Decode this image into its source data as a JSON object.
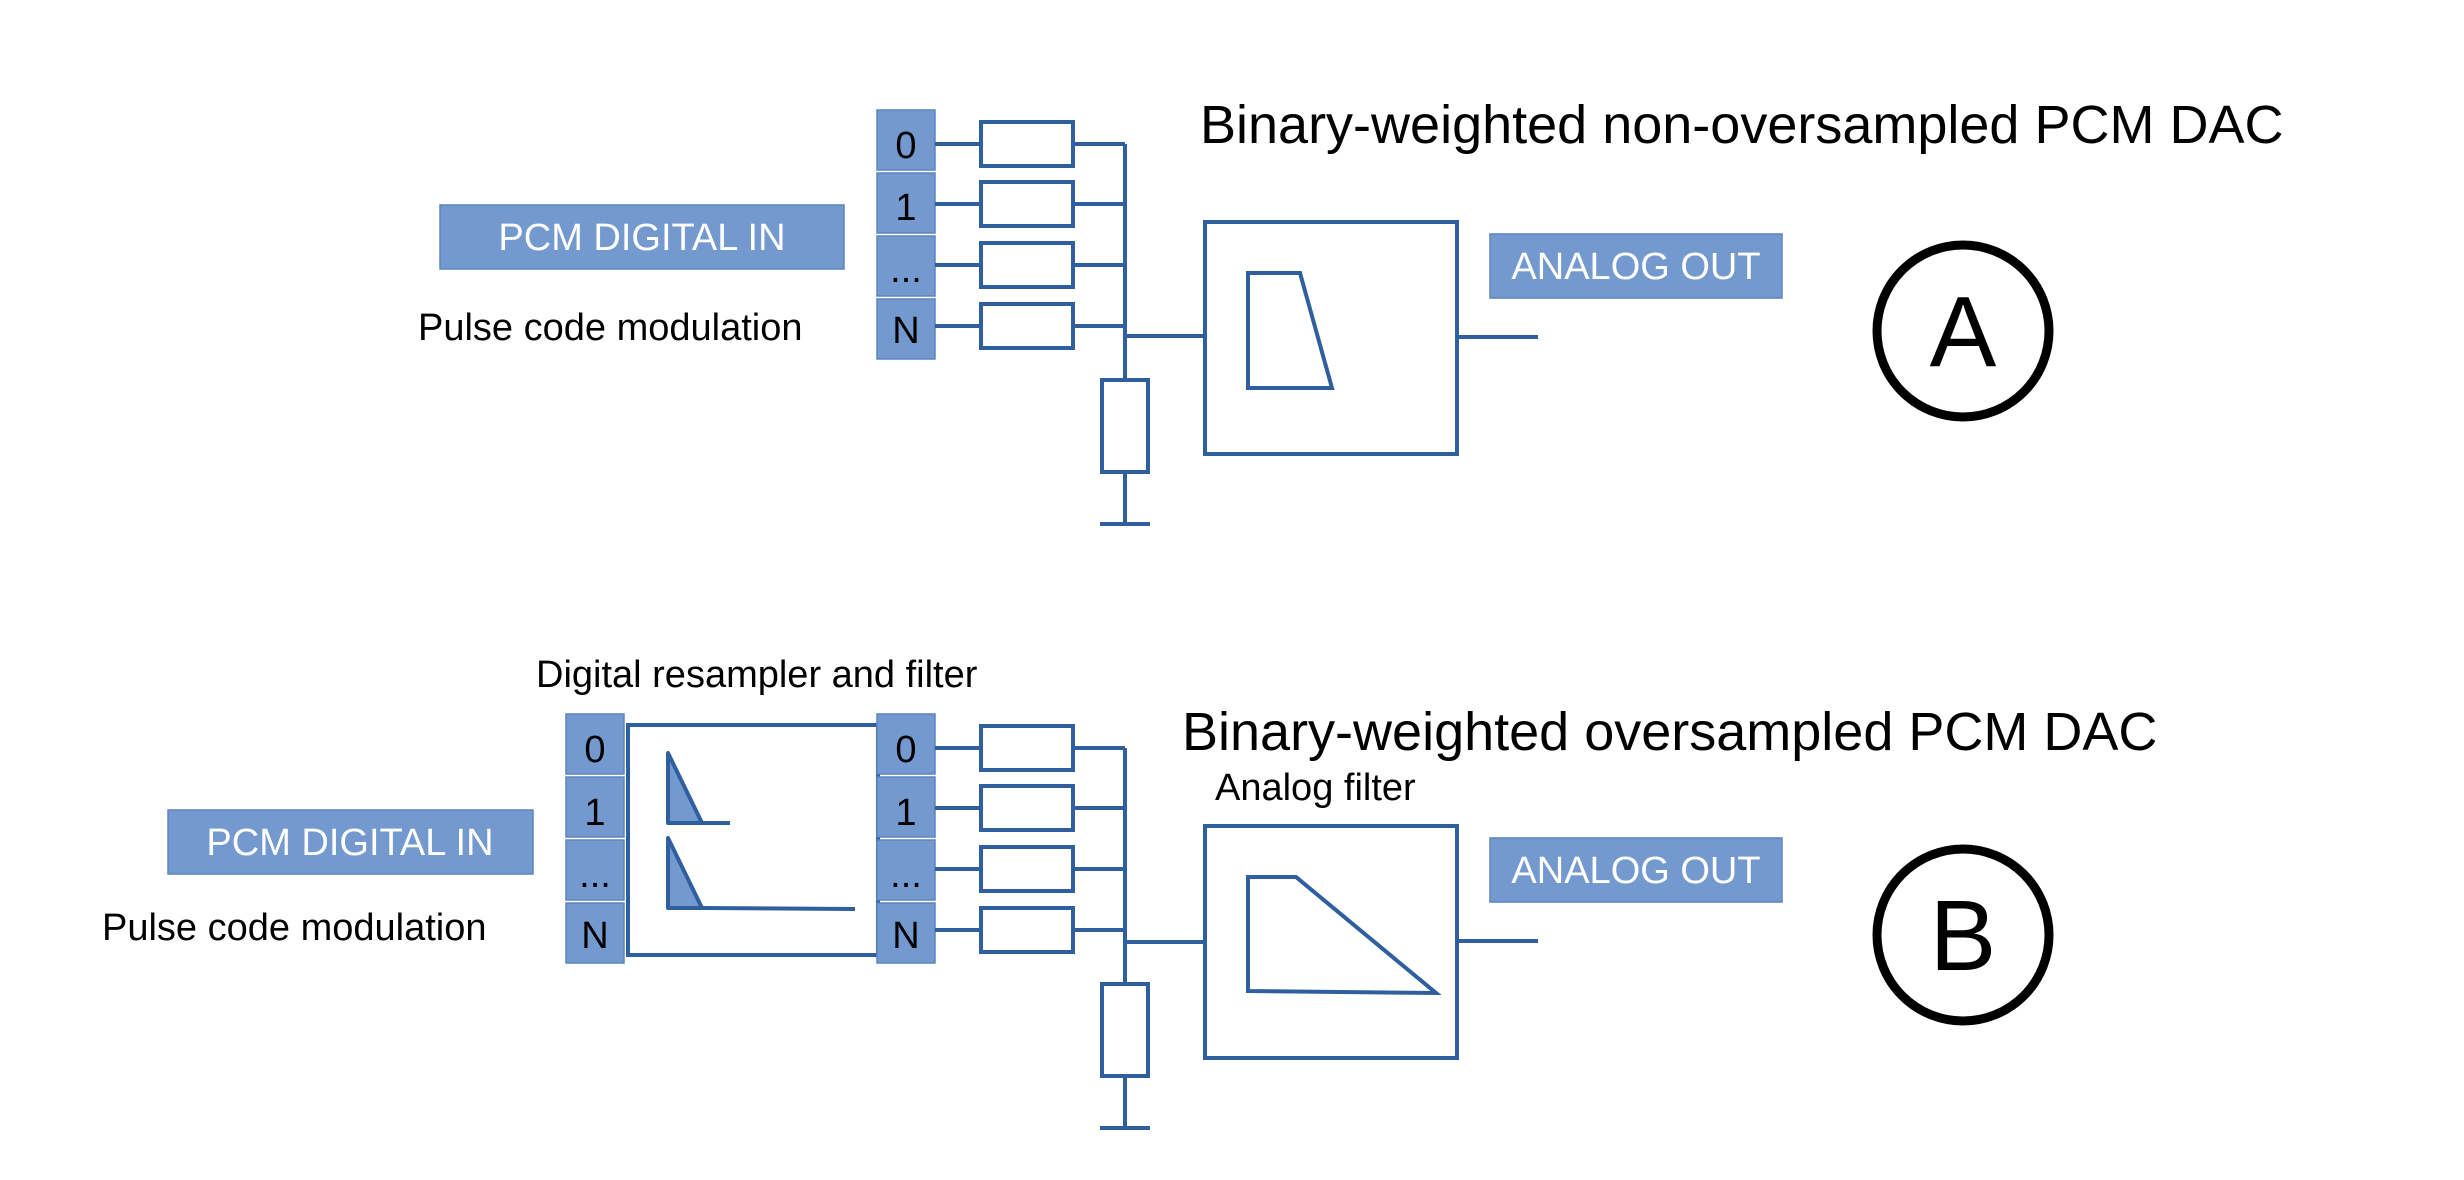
{
  "diagram": {
    "panel_a": {
      "title": "Binary-weighted non-oversampled PCM DAC",
      "input_label": "PCM DIGITAL IN",
      "input_caption": "Pulse code modulation",
      "bits": [
        "0",
        "1",
        "...",
        "N"
      ],
      "output_label": "ANALOG OUT",
      "marker": "A"
    },
    "panel_b": {
      "title": "Binary-weighted oversampled PCM DAC",
      "resampler_label": "Digital resampler and filter",
      "analog_filter_label": "Analog filter",
      "input_label": "PCM DIGITAL IN",
      "input_caption": "Pulse code modulation",
      "bits_in": [
        "0",
        "1",
        "...",
        "N"
      ],
      "bits_out": [
        "0",
        "1",
        "...",
        "N"
      ],
      "output_label": "ANALOG OUT",
      "marker": "B"
    }
  }
}
